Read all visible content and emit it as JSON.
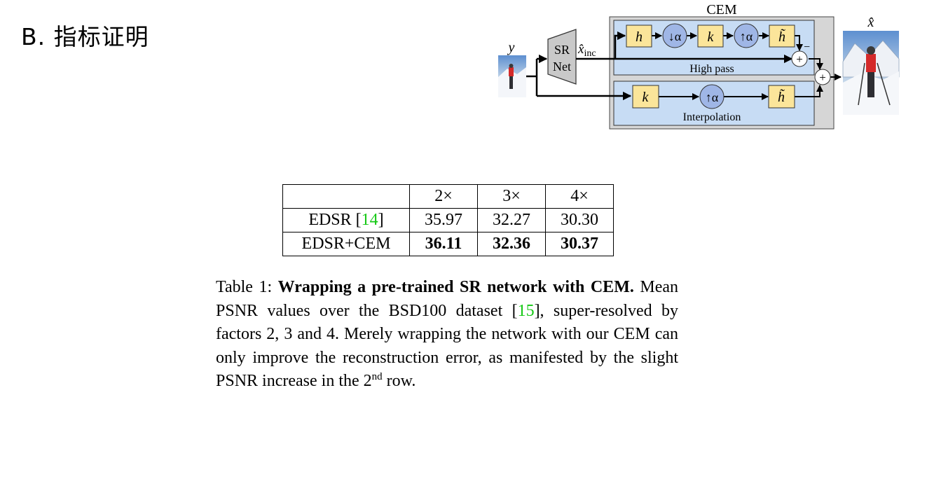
{
  "section_heading": "B. 指标证明",
  "diagram": {
    "title": "CEM",
    "input_label": "y",
    "output_label": "x̂",
    "sr_net": {
      "line1": "SR",
      "line2": "Net"
    },
    "inc_label": {
      "base": "x̂",
      "sub": "inc"
    },
    "high_pass": {
      "label": "High pass",
      "blocks": [
        "h",
        "↓α",
        "k",
        "↑α",
        "h̃"
      ],
      "minus": "−"
    },
    "interpolation": {
      "label": "Interpolation",
      "blocks": [
        "k",
        "↑α",
        "h̃"
      ]
    },
    "sum_symbol": "+"
  },
  "table": {
    "headers": [
      "",
      "2×",
      "3×",
      "4×"
    ],
    "rows": [
      {
        "name": "EDSR",
        "ref": "14",
        "values": [
          "35.97",
          "32.27",
          "30.30"
        ]
      },
      {
        "name": "EDSR+CEM",
        "ref": "",
        "values": [
          "36.11",
          "32.36",
          "30.37"
        ]
      }
    ]
  },
  "caption": {
    "label": "Table 1:",
    "title": "Wrapping a pre-trained SR network with CEM.",
    "text_1": "Mean PSNR values over the BSD100 dataset [",
    "ref": "15",
    "text_2": "], super-resolved by factors 2, 3 and 4. Merely wrapping the network with our CEM can only improve the reconstruction error, as manifested by the slight PSNR increase in the 2",
    "sup": "nd",
    "text_3": " row."
  },
  "colors": {
    "yellow_block": "#fbe59a",
    "blue_circle": "#9fb6e6",
    "panel_blue": "#c7dcf4",
    "cem_gray": "#d6d6d6",
    "citation_green": "#14c814"
  }
}
